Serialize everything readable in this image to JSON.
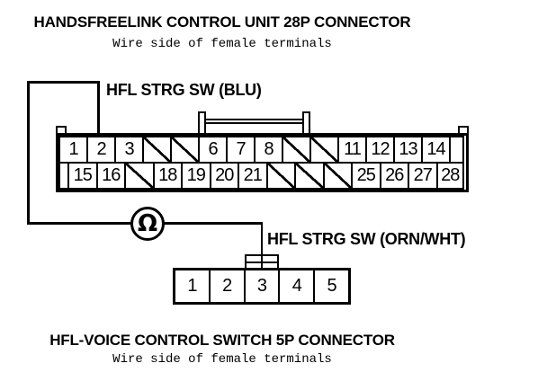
{
  "top_connector": {
    "title": "HANDSFREELINK CONTROL UNIT 28P CONNECTOR",
    "subtitle": "Wire side of female terminals",
    "wire_label": "HFL STRG SW (BLU)",
    "rows": [
      {
        "cells": [
          {
            "type": "pin",
            "label": "1"
          },
          {
            "type": "pin",
            "label": "2"
          },
          {
            "type": "pin",
            "label": "3"
          },
          {
            "type": "blocked"
          },
          {
            "type": "blocked"
          },
          {
            "type": "pin",
            "label": "6"
          },
          {
            "type": "pin",
            "label": "7"
          },
          {
            "type": "pin",
            "label": "8"
          },
          {
            "type": "blocked"
          },
          {
            "type": "blocked"
          },
          {
            "type": "pin",
            "label": "11"
          },
          {
            "type": "pin",
            "label": "12"
          },
          {
            "type": "pin",
            "label": "13"
          },
          {
            "type": "pin",
            "label": "14"
          },
          {
            "type": "end"
          }
        ]
      },
      {
        "cells": [
          {
            "type": "end"
          },
          {
            "type": "pin",
            "label": "15"
          },
          {
            "type": "pin",
            "label": "16"
          },
          {
            "type": "blocked"
          },
          {
            "type": "pin",
            "label": "18"
          },
          {
            "type": "pin",
            "label": "19"
          },
          {
            "type": "pin",
            "label": "20"
          },
          {
            "type": "pin",
            "label": "21"
          },
          {
            "type": "blocked"
          },
          {
            "type": "blocked"
          },
          {
            "type": "blocked"
          },
          {
            "type": "pin",
            "label": "25"
          },
          {
            "type": "pin",
            "label": "26"
          },
          {
            "type": "pin",
            "label": "27"
          },
          {
            "type": "pin",
            "label": "28"
          }
        ]
      }
    ]
  },
  "bottom_connector": {
    "title": "HFL-VOICE CONTROL SWITCH 5P CONNECTOR",
    "subtitle": "Wire side of female terminals",
    "wire_label": "HFL STRG SW (ORN/WHT)",
    "pins": [
      "1",
      "2",
      "3",
      "4",
      "5"
    ]
  },
  "meter": {
    "symbol": "Ω",
    "name": "ohmmeter"
  },
  "colors": {
    "line": "#000000",
    "background": "#ffffff"
  }
}
